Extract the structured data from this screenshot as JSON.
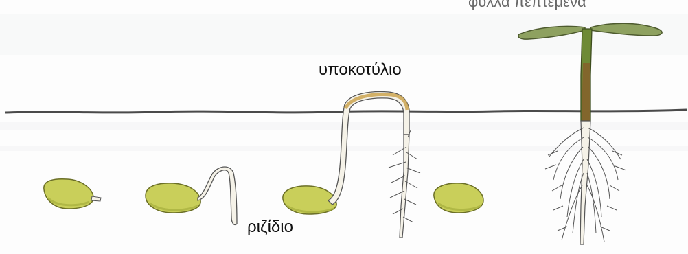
{
  "labels": {
    "hypocotyl": "υποκοτύλιο",
    "radicle": "ριζίδιο",
    "top_partial": "φύλλα πεπτέμενα"
  },
  "colors": {
    "soil_line": "#4a4a4a",
    "seed_fill": "#c9cf5a",
    "seed_shade": "#a5ae3c",
    "seed_outline": "#6b6f27",
    "root": "#f5f2e8",
    "root_outline": "#555555",
    "stem_green": "#6e8a36",
    "stem_brown": "#8a5a2a",
    "leaf": "#8ea160",
    "leaf_outline": "#4d5a2e",
    "hypocotyl_tint": "#c69a3c"
  },
  "stages": [
    {
      "name": "seed"
    },
    {
      "name": "radicle-emerging"
    },
    {
      "name": "hypocotyl-arch"
    },
    {
      "name": "cotyledon-seed"
    },
    {
      "name": "seedling-with-leaves"
    }
  ]
}
